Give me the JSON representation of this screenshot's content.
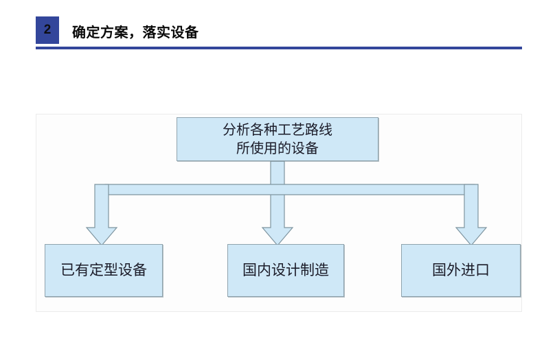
{
  "header": {
    "step_number": "2",
    "title": "确定方案，落实设备",
    "accent_color": "#33469b"
  },
  "diagram": {
    "type": "flowchart",
    "fill_color": "#cfe8f7",
    "border_color": "#8fa3ad",
    "root": {
      "id": "analyze-equipment",
      "text": "分析各种工艺路线\n所使用的设备"
    },
    "branches": [
      {
        "id": "existing-equipment",
        "label": "已有定型设备"
      },
      {
        "id": "domestic-manufacture",
        "label": "国内设计制造"
      },
      {
        "id": "foreign-import",
        "label": "国外进口"
      }
    ]
  }
}
